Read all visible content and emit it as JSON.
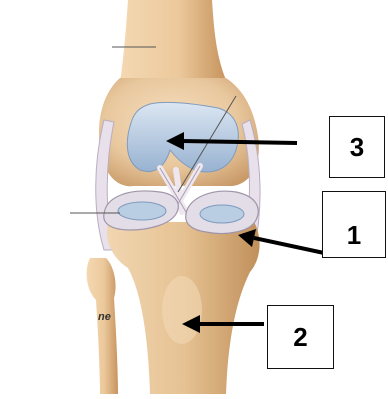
{
  "labels": {
    "box_3": "3",
    "box_1": "1",
    "box_2": "2"
  },
  "image_text": "ne",
  "colors": {
    "bone": "#e9c9a0",
    "bone_shadow": "#c99c6c",
    "cartilage": "#a9c0da",
    "cartilage_light": "#d6e2ef",
    "ligament": "#e4dde6",
    "arrow": "#000000"
  }
}
